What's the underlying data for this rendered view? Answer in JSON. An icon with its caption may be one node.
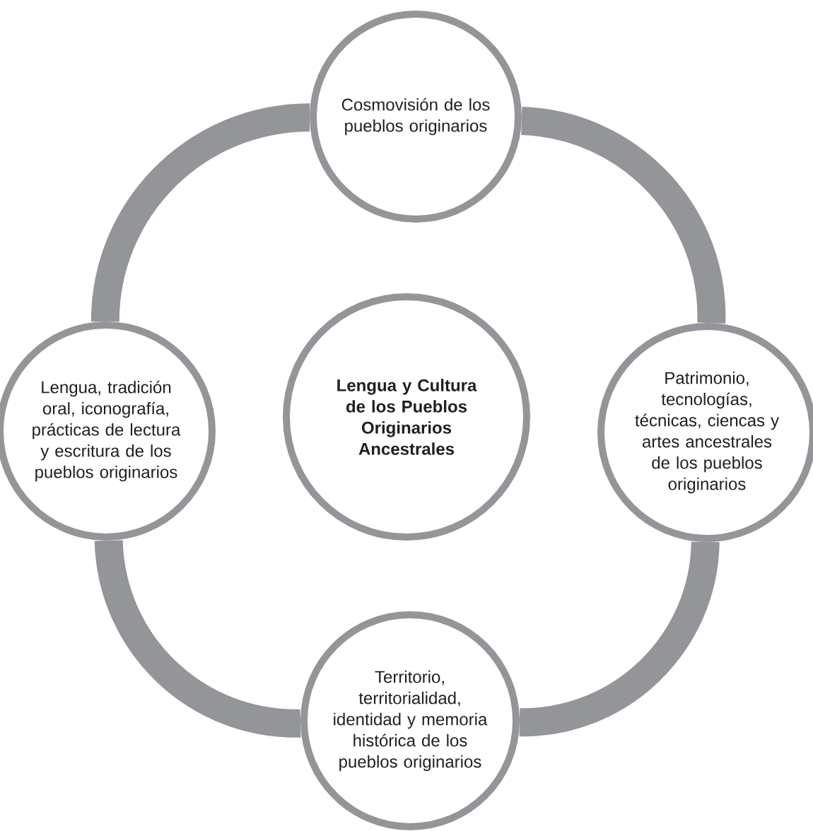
{
  "diagram": {
    "nodes": [
      {
        "text": [
          "Cosmovisión de los pueblos originarios"
        ]
      },
      {
        "text": [
          "Lengua, tradición oral, iconografía, prácticas de lectura y escritura de los pueblos originarios"
        ]
      },
      {
        "text": [
          "Lengua y Cultura de los Pueblos Originarios Ancestrales"
        ]
      },
      {
        "text": [
          "Patrimonio, tecnologías, técnicas, ciencas y artes ancestrales de los pueblos originarios"
        ]
      },
      {
        "text": [
          "Territorio, territorialidad, identidad y memoria histórica de los pueblos originarios"
        ]
      }
    ],
    "edges": [
      {
        "from": 0,
        "to": 3,
        "arrow": "none"
      },
      {
        "from": 3,
        "to": 4,
        "arrow": "none"
      },
      {
        "from": 4,
        "to": 1,
        "arrow": "none"
      },
      {
        "from": 1,
        "to": 0,
        "arrow": "none"
      }
    ]
  }
}
